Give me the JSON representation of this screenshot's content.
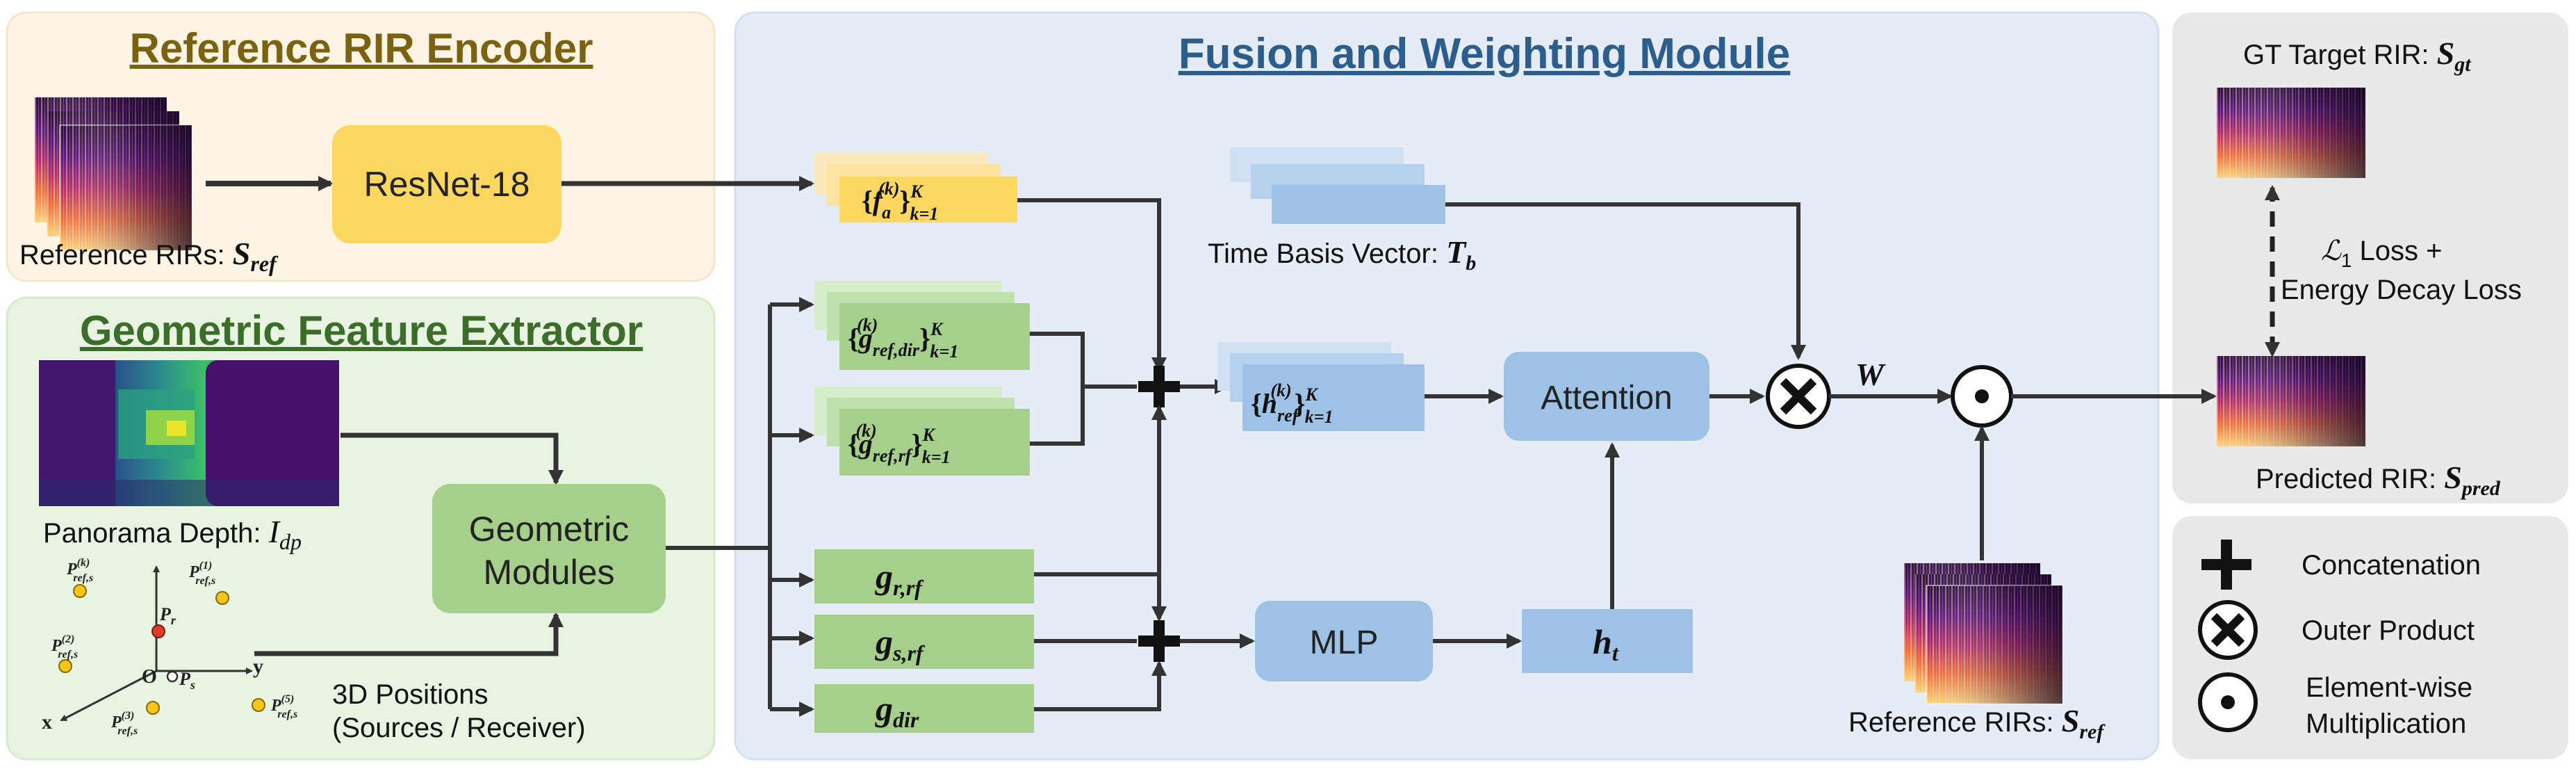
{
  "panels": {
    "reference_encoder": {
      "title": "Reference RIR Encoder"
    },
    "geometric_extractor": {
      "title": "Geometric Feature Extractor"
    },
    "fusion": {
      "title": "Fusion and Weighting Module"
    }
  },
  "colors": {
    "encoder_panel": "#fdf4e3",
    "geo_panel": "#e8f4e1",
    "fusion_panel": "#e6ecf5",
    "right_panel": "#e9e9e9",
    "encoder_title": "#7a6212",
    "geo_title": "#3d6d2a",
    "fusion_title": "#2b5e8c",
    "yellow_box": "#fbd760",
    "green_box": "#a5cf8b",
    "blue_box": "#9ec2e6",
    "arrow": "#333333"
  },
  "encoder": {
    "resnet_label": "ResNet-18",
    "ref_caption": "Reference RIRs: ",
    "ref_symbol": "S",
    "ref_sub": "ref"
  },
  "geometric": {
    "depth_caption": "Panorama Depth: ",
    "depth_symbol": "I",
    "depth_sub": "dp",
    "modules_label_1": "Geometric",
    "modules_label_2": "Modules",
    "positions_label_1": "3D Positions",
    "positions_label_2": "(Sources / Receiver)",
    "axis_x": "x",
    "axis_y": "y",
    "origin": "O",
    "pr_label": "P",
    "pr_sub": "r",
    "ps_label": "P",
    "ps_sub": "s",
    "pts": [
      {
        "sym": "P",
        "sup": "(k)",
        "sub": "ref,s"
      },
      {
        "sym": "P",
        "sup": "(1)",
        "sub": "ref,s"
      },
      {
        "sym": "P",
        "sup": "(2)",
        "sub": "ref,s"
      },
      {
        "sym": "P",
        "sup": "(3)",
        "sub": "ref,s"
      },
      {
        "sym": "P",
        "sup": "(5)",
        "sub": "ref,s"
      }
    ]
  },
  "fusion": {
    "fa_label": "f",
    "fa_sub": "a",
    "fa_sup": "(k)",
    "set_k": "K",
    "set_range": "k=1",
    "gdir_label": "g",
    "gdir_sub": "ref,dir",
    "grf_label": "g",
    "grf_sub": "ref,rf",
    "href_label": "h",
    "href_sub": "ref",
    "time_caption": "Time Basis Vector: ",
    "time_symbol": "T",
    "time_sub": "b",
    "attention_label": "Attention",
    "mlp_label": "MLP",
    "ht_label": "h",
    "ht_sub": "t",
    "g_rrf_label": "g",
    "g_rrf_sub": "r,rf",
    "g_srf_label": "g",
    "g_srf_sub": "s,rf",
    "g_dir_label": "g",
    "g_dir_sub": "dir",
    "w_label": "W",
    "ref_caption": "Reference RIRs: ",
    "ref_symbol": "S",
    "ref_sub": "ref"
  },
  "output": {
    "gt_caption": "GT Target RIR: ",
    "gt_symbol": "S",
    "gt_sub": "gt",
    "loss_line1_prefix": "ℒ",
    "loss_line1_sub": "1",
    "loss_line1_rest": " Loss  +",
    "loss_line2": "Energy Decay Loss",
    "pred_caption": "Predicted RIR: ",
    "pred_symbol": "S",
    "pred_sub": "pred"
  },
  "legend": {
    "concat": "Concatenation",
    "outer": "Outer Product",
    "elem_1": "Element-wise",
    "elem_2": "Multiplication"
  }
}
